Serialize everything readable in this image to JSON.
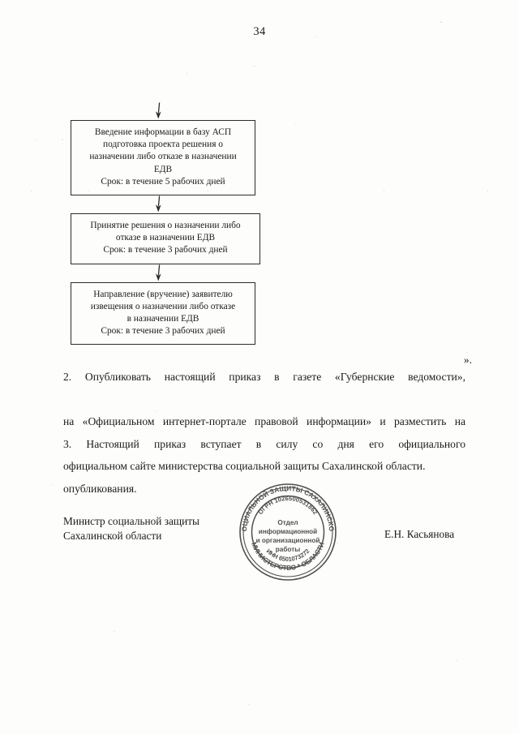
{
  "page": {
    "number": "34",
    "closing_quote": "».",
    "ink_color": "#1b1b1b",
    "paper_color": "#fdfdfc"
  },
  "flowchart": {
    "arrow_icon": "arrow-down-icon",
    "boxes": [
      {
        "id": "box-1",
        "lines": [
          "Введение информации в базу АСП",
          "подготовка проекта решения о",
          "назначении либо отказе в назначении",
          "ЕДВ",
          "Срок: в течение 5 рабочих дней"
        ]
      },
      {
        "id": "box-2",
        "lines": [
          "Принятие решения о назначении либо",
          "отказе в назначении ЕДВ",
          "Срок: в течение 3 рабочих дней"
        ]
      },
      {
        "id": "box-3",
        "lines": [
          "Направление (вручение) заявителю",
          "извещения о назначении либо отказе",
          "в назначении ЕДВ",
          "Срок: в течение 3 рабочих дней"
        ]
      }
    ]
  },
  "paragraphs": [
    {
      "id": "par-2",
      "number": "2.",
      "lines": [
        "2. Опубликовать настоящий приказ в газете «Губернские ведомости»,",
        "на «Официальном интернет-портале правовой информации» и разместить на",
        "официальном сайте министерства социальной защиты Сахалинской области."
      ]
    },
    {
      "id": "par-3",
      "number": "3.",
      "lines": [
        "3. Настоящий приказ вступает в силу со дня его официального",
        "опубликования."
      ]
    }
  ],
  "signature": {
    "title_line_1": "Министр социальной защиты",
    "title_line_2": "Сахалинской области",
    "name": "Е.Н. Касьянова"
  },
  "stamp": {
    "outer_ring_text": "МИНИСТЕРСТВО СОЦИАЛЬНОЙ ЗАЩИТЫ САХАЛИНСКОЙ ОБЛАСТИ",
    "outer_top_arc": "СОЦИАЛЬНОЙ ЗАЩИТЫ САХАЛИНСКОЙ",
    "outer_bottom_arc": "МИНИСТЕРСТВО  *  ОБЛАСТИ",
    "ogrn": "ОГРН 1026500531862",
    "inn": "ИНН 6501073272",
    "center_line_1": "Отдел",
    "center_line_2": "информационной",
    "center_line_3": "и организационной",
    "center_line_4": "работы"
  }
}
